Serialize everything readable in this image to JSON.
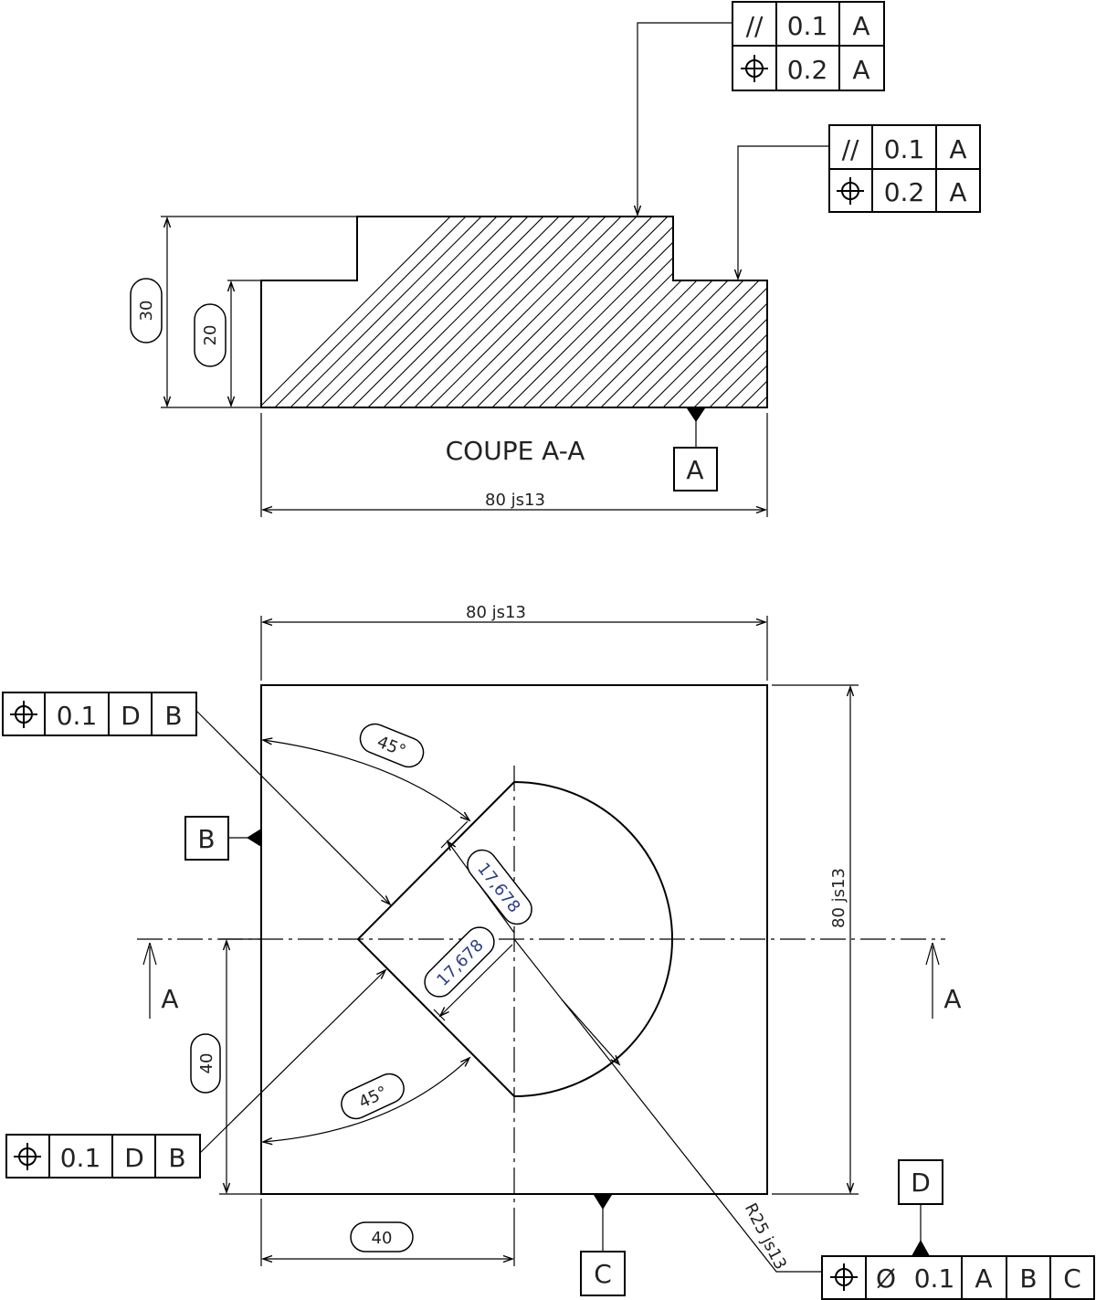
{
  "section_view": {
    "title": "COUPE A-A",
    "dim_height_total": "30",
    "dim_height_base": "20",
    "dim_width": "80 js13",
    "datum_a": "A",
    "fcf_top": {
      "row1": {
        "symbol": "//",
        "tolerance": "0.1",
        "datum": "A"
      },
      "row2": {
        "symbol": "position-icon",
        "tolerance": "0.2",
        "datum": "A"
      }
    },
    "fcf_right": {
      "row1": {
        "symbol": "//",
        "tolerance": "0.1",
        "datum": "A"
      },
      "row2": {
        "symbol": "position-icon",
        "tolerance": "0.2",
        "datum": "A"
      }
    }
  },
  "plan_view": {
    "dim_width": "80 js13",
    "dim_height": "80 js13",
    "dim_offset_v": "40",
    "dim_offset_h": "40",
    "angle_top": "45°",
    "angle_bottom": "45°",
    "diag_dim_1": "17,678",
    "diag_dim_2": "17,678",
    "radius": "R25 js13",
    "datum_b": "B",
    "datum_c": "C",
    "datum_d": "D",
    "section_mark": "A",
    "fcf_left_top": {
      "symbol": "position-icon",
      "tolerance": "0.1",
      "d1": "D",
      "d2": "B"
    },
    "fcf_left_bottom": {
      "symbol": "position-icon",
      "tolerance": "0.1",
      "d1": "D",
      "d2": "B"
    },
    "fcf_bottom_right": {
      "symbol": "position-icon",
      "diameter": "Ø",
      "tolerance": "0.1",
      "d1": "A",
      "d2": "B",
      "d3": "C"
    }
  }
}
